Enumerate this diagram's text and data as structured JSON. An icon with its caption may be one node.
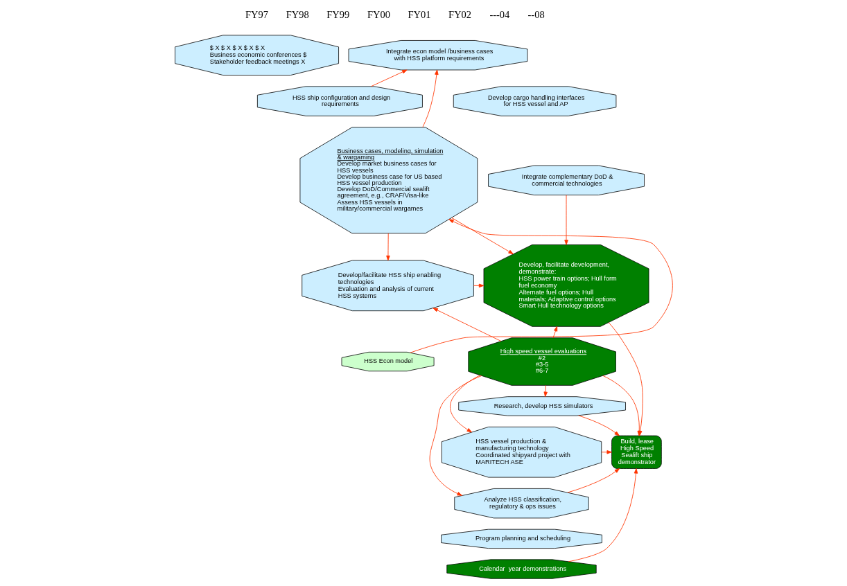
{
  "diagram": {
    "nodes": [
      {
        "text": [
          "$ X $ X $ X $ X $ X",
          "Business economic conferences $",
          "Stakeholder feedback meetings X"
        ]
      },
      {
        "text": [
          "HSS ship configuration and design requirements"
        ]
      },
      {
        "text": [
          "Integrate econ model /business cases with HSS platform requirements"
        ]
      },
      {
        "text": [
          "Business cases, modeling, simulation & wargaming",
          "Develop market business cases for HSS vessels",
          "Develop business case for US based HSS vessel production",
          "Develop DoD/Commercial sealift agreement, e.g., CRAF/Visa-like",
          "Assess HSS vessels in military/commercial wargames"
        ]
      },
      {
        "text": [
          "Develop cargo handling interfaces for HSS vessel and AP"
        ]
      },
      {
        "text": [
          "Integrate complementary DoD & commercial technologies"
        ]
      },
      {
        "text": [
          "Develop/facilitate HSS ship enabling technologies",
          "Evaluation and analysis of current HSS systems"
        ]
      },
      {
        "text": [
          "Develop, facilitate development, demonstrate:",
          "HSS power train options; Hull form fuel economy",
          "Alternate fuel options; Hull materials; Adaptive control options",
          "Smart Hull technology options"
        ]
      },
      {
        "text": [
          "HSS Econ model"
        ]
      },
      {
        "text": [
          "High speed vessel evaluations",
          "#2",
          "#3-5",
          "#6-7"
        ]
      },
      {
        "text": [
          "Research, develop HSS simulators"
        ]
      },
      {
        "text": [
          "HSS vessel production & manufacturing technology",
          "Coordinated shipyard project with MARITECH ASE"
        ]
      },
      {
        "text": [
          "Analyze HSS classification, regulatory & ops issues"
        ]
      },
      {
        "text": [
          "Program planning and scheduling"
        ]
      },
      {
        "text": [
          "Calendar  year demonstrations"
        ]
      },
      {
        "text": [
          "Build, lease High Speed Sealift ship demonstrator"
        ]
      }
    ],
    "edges": [
      {
        "from": 1,
        "to": 2,
        "arrow": "to"
      },
      {
        "from": 3,
        "to": 2,
        "arrow": "to"
      },
      {
        "from": 8,
        "to": 3,
        "arrow": "to"
      },
      {
        "from": 3,
        "to": 6,
        "arrow": "to"
      },
      {
        "from": 3,
        "to": 7,
        "arrow": "to"
      },
      {
        "from": 5,
        "to": 7,
        "arrow": "to"
      },
      {
        "from": 6,
        "to": 7,
        "arrow": "to"
      },
      {
        "from": 9,
        "to": 6,
        "arrow": "to"
      },
      {
        "from": 9,
        "to": 7,
        "arrow": "to"
      },
      {
        "from": 9,
        "to": 15,
        "arrow": "to"
      },
      {
        "from": 9,
        "to": 10,
        "arrow": "to"
      },
      {
        "from": 9,
        "to": 11,
        "arrow": "to"
      },
      {
        "from": 9,
        "to": 12,
        "arrow": "to"
      },
      {
        "from": 7,
        "to": 15,
        "arrow": "to"
      },
      {
        "from": 10,
        "to": 15,
        "arrow": "to"
      },
      {
        "from": 11,
        "to": 15,
        "arrow": "to"
      },
      {
        "from": 12,
        "to": 15,
        "arrow": "to"
      },
      {
        "from": 14,
        "to": 15,
        "arrow": "to"
      }
    ],
    "labels": [
      "FY97",
      "FY98",
      "FY99",
      "FY00",
      "FY01",
      "FY02",
      "---04",
      "--08"
    ]
  }
}
